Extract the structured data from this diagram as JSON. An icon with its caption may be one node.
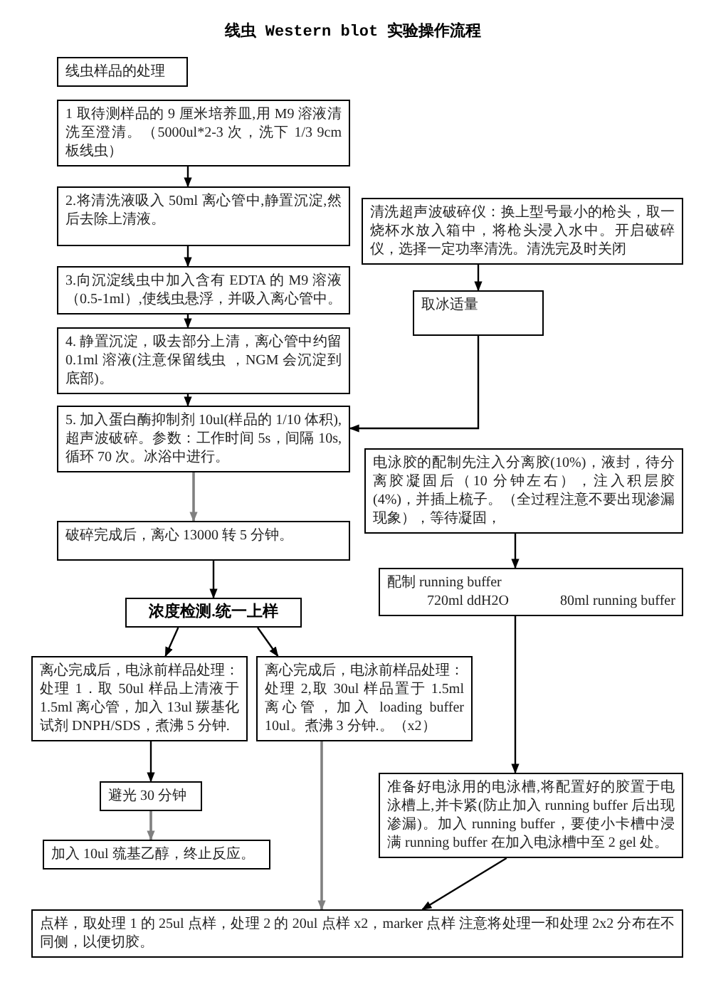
{
  "diagram": {
    "title": "线虫 Western blot 实验操作流程",
    "nodes": [
      {
        "text": [
          "线虫样品的处理"
        ]
      },
      {
        "text": [
          "1 取待测样品的 9 厘米培养皿,用 M9 溶液清洗至澄清。（5000ul*2-3 次，洗下 1/3 9cm 板线虫）"
        ]
      },
      {
        "text": [
          "2.将清洗液吸入 50ml 离心管中,静置沉淀,然后去除上清液。"
        ]
      },
      {
        "text": [
          "3.向沉淀线虫中加入含有 EDTA 的 M9 溶液（0.5-1ml）,使线虫悬浮，并吸入离心管中。"
        ]
      },
      {
        "text": [
          "4. 静置沉淀，吸去部分上清，离心管中约留 0.1ml 溶液(注意保留线虫 ，NGM 会沉淀到底部)。"
        ]
      },
      {
        "text": [
          "5. 加入蛋白酶抑制剂 10ul(样品的 1/10 体积),超声波破碎。参数：工作时间 5s，间隔 10s,循环 70 次。冰浴中进行。"
        ]
      },
      {
        "text": [
          "清洗超声波破碎仪：换上型号最小的枪头，取一烧杯水放入箱中，将枪头浸入水中。开启破碎仪，选择一定功率清洗。清洗完及时关闭"
        ]
      },
      {
        "text": [
          "取冰适量"
        ]
      },
      {
        "text": [
          "电泳胶的配制先注入分离胶(10%)，液封，待分离胶凝固后（10 分钟左右），注入积层胶(4%)，并插上梳子。（全过程注意不要出现渗漏现象），等待凝固，"
        ]
      },
      {
        "text": [
          "破碎完成后，离心 13000 转 5 分钟。"
        ]
      },
      {
        "text": [
          "配制 running buffer",
          "720ml ddH2O",
          "80ml running buffer"
        ]
      },
      {
        "text": [
          "浓度检测.统一上样"
        ]
      },
      {
        "text": [
          "离心完成后，电泳前样品处理：处理 1．取 50ul 样品上清液于 1.5ml 离心管，加入 13ul 羰基化试剂 DNPH/SDS，煮沸 5 分钟."
        ]
      },
      {
        "text": [
          "离心完成后，电泳前样品处理：处理 2,取 30ul 样品置于 1.5ml 离心管，加入 loading buffer 10ul。煮沸 3 分钟.。（x2）"
        ]
      },
      {
        "text": [
          "避光 30 分钟"
        ]
      },
      {
        "text": [
          "加入 10ul 巯基乙醇，终止反应。"
        ]
      },
      {
        "text": [
          "准备好电泳用的电泳槽,将配置好的胶置于电泳槽上,并卡紧(防止加入 running buffer 后出现渗漏)。加入 running buffer，要使小卡槽中浸满 running buffer 在加入电泳槽中至 2 gel 处。"
        ]
      },
      {
        "text": [
          "点样，取处理 1 的 25ul 点样，处理 2 的 20ul 点样 x2，marker 点样 注意将处理一和处理 2x2 分布在不同侧，以便切胶。"
        ]
      }
    ],
    "edges": [
      {
        "from": 1,
        "to": 2,
        "arrow": "to"
      },
      {
        "from": 2,
        "to": 3,
        "arrow": "to"
      },
      {
        "from": 3,
        "to": 4,
        "arrow": "to"
      },
      {
        "from": 4,
        "to": 5,
        "arrow": "to"
      },
      {
        "from": 6,
        "to": 7,
        "arrow": "to"
      },
      {
        "from": 7,
        "to": 5,
        "arrow": "to"
      },
      {
        "from": 5,
        "to": 9,
        "arrow": "to",
        "color": "#808080"
      },
      {
        "from": 9,
        "to": 11,
        "arrow": "to"
      },
      {
        "from": 11,
        "to": 12,
        "arrow": "to"
      },
      {
        "from": 11,
        "to": 13,
        "arrow": "to"
      },
      {
        "from": 12,
        "to": 14,
        "arrow": "to"
      },
      {
        "from": 14,
        "to": 15,
        "arrow": "to",
        "color": "#808080"
      },
      {
        "from": 8,
        "to": 10,
        "arrow": "to"
      },
      {
        "from": 10,
        "to": 16,
        "arrow": "to"
      },
      {
        "from": 13,
        "to": 17,
        "arrow": "to",
        "color": "#808080"
      },
      {
        "from": 16,
        "to": 17,
        "arrow": "to"
      }
    ]
  }
}
